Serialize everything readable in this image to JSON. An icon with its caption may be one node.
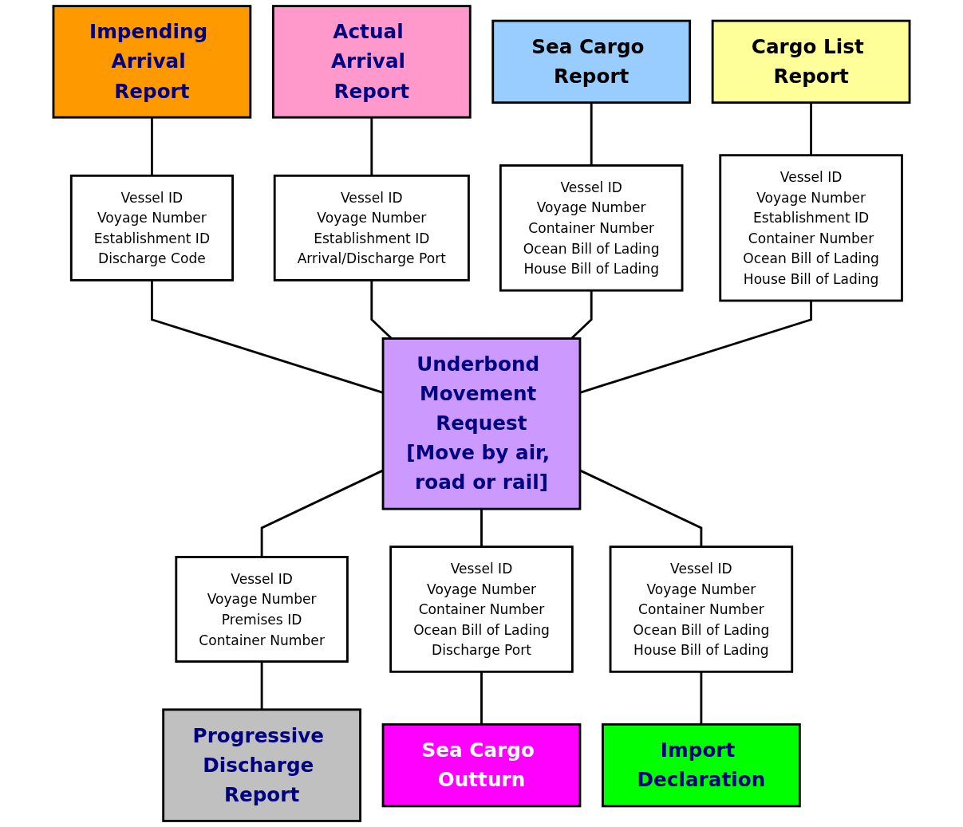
{
  "diagram": {
    "nodes": [
      {
        "text": [
          "Impending Arrival Report"
        ]
      },
      {
        "text": [
          "Actual Arrival Report"
        ]
      },
      {
        "text": [
          "Sea Cargo Report"
        ]
      },
      {
        "text": [
          "Cargo List Report"
        ]
      },
      {
        "text": [
          "Vessel ID",
          "Voyage Number",
          "Establishment ID",
          "Discharge Code"
        ]
      },
      {
        "text": [
          "Vessel ID",
          "Voyage Number",
          "Establishment ID",
          "Arrival/Discharge Port"
        ]
      },
      {
        "text": [
          "Vessel ID",
          "Voyage Number",
          "Container Number",
          "Ocean Bill of Lading",
          "House Bill of Lading"
        ]
      },
      {
        "text": [
          "Vessel ID",
          "Voyage Number",
          "Establishment ID",
          "Container Number",
          "Ocean Bill of Lading",
          "House Bill of Lading"
        ]
      },
      {
        "text": [
          "Underbond Movement Request",
          "[Move by air, road or rail]"
        ]
      },
      {
        "text": [
          "Vessel ID",
          "Voyage Number",
          "Premises ID",
          "Container Number"
        ]
      },
      {
        "text": [
          "Vessel ID",
          "Voyage Number",
          "Container Number",
          "Ocean Bill of Lading",
          "Discharge Port"
        ]
      },
      {
        "text": [
          "Vessel ID",
          "Voyage Number",
          "Container Number",
          "Ocean Bill of Lading",
          "House Bill of Lading"
        ]
      },
      {
        "text": [
          "Progressive Discharge Report"
        ]
      },
      {
        "text": [
          "Sea Cargo Outturn"
        ]
      },
      {
        "text": [
          "Import Declaration"
        ]
      }
    ],
    "edges": [
      {
        "from": 0,
        "to": 4,
        "arrow": "none"
      },
      {
        "from": 1,
        "to": 5,
        "arrow": "none"
      },
      {
        "from": 2,
        "to": 6,
        "arrow": "none"
      },
      {
        "from": 3,
        "to": 7,
        "arrow": "none"
      },
      {
        "from": 4,
        "to": 8,
        "arrow": "none"
      },
      {
        "from": 5,
        "to": 8,
        "arrow": "none"
      },
      {
        "from": 6,
        "to": 8,
        "arrow": "none"
      },
      {
        "from": 7,
        "to": 8,
        "arrow": "none"
      },
      {
        "from": 8,
        "to": 9,
        "arrow": "none"
      },
      {
        "from": 8,
        "to": 10,
        "arrow": "none"
      },
      {
        "from": 8,
        "to": 11,
        "arrow": "none"
      },
      {
        "from": 9,
        "to": 12,
        "arrow": "none"
      },
      {
        "from": 10,
        "to": 13,
        "arrow": "none"
      },
      {
        "from": 11,
        "to": 14,
        "arrow": "none"
      }
    ]
  }
}
